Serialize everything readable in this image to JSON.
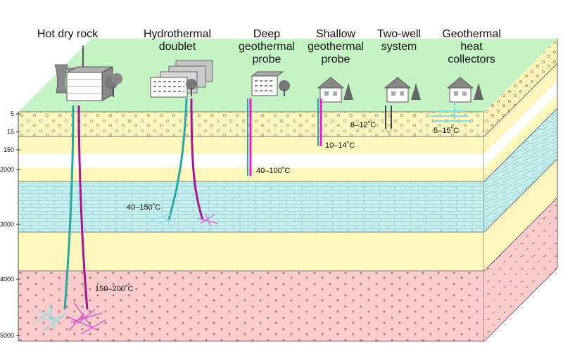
{
  "titles": {
    "hot_dry_rock": "Hot dry rock",
    "hydrothermal_1": "Hydrothermal",
    "hydrothermal_2": "doublet",
    "deep_1": "Deep",
    "deep_2": "geothermal",
    "deep_3": "probe",
    "shallow_1": "Shallow",
    "shallow_2": "geothermal",
    "shallow_3": "probe",
    "twowell_1": "Two-well",
    "twowell_2": "system",
    "collectors_1": "Geothermal",
    "collectors_2": "heat",
    "collectors_3": "collectors"
  },
  "temperatures": {
    "two_well": "8–12˚C",
    "collectors": "5–15˚C",
    "shallow_probe": "10–14˚C",
    "deep_probe": "40–100˚C",
    "hydrothermal": "40–150˚C",
    "hot_dry_rock": "150–200˚C"
  },
  "depth_ticks": [
    "5",
    "15",
    "150",
    "2000",
    "3000",
    "4000",
    "5000"
  ],
  "colors": {
    "surface": "#c6f3c6",
    "gravel_layer": "#fff6c0",
    "sand_layer": "#fff8be",
    "white_band": "#ffffff",
    "limestone_layer": "#c8f0f0",
    "rock_layer": "#fccbcb",
    "cold_pipe": "#2aa7a0",
    "hot_pipe": "#c020b0",
    "magenta_probe": "#e020d0"
  }
}
